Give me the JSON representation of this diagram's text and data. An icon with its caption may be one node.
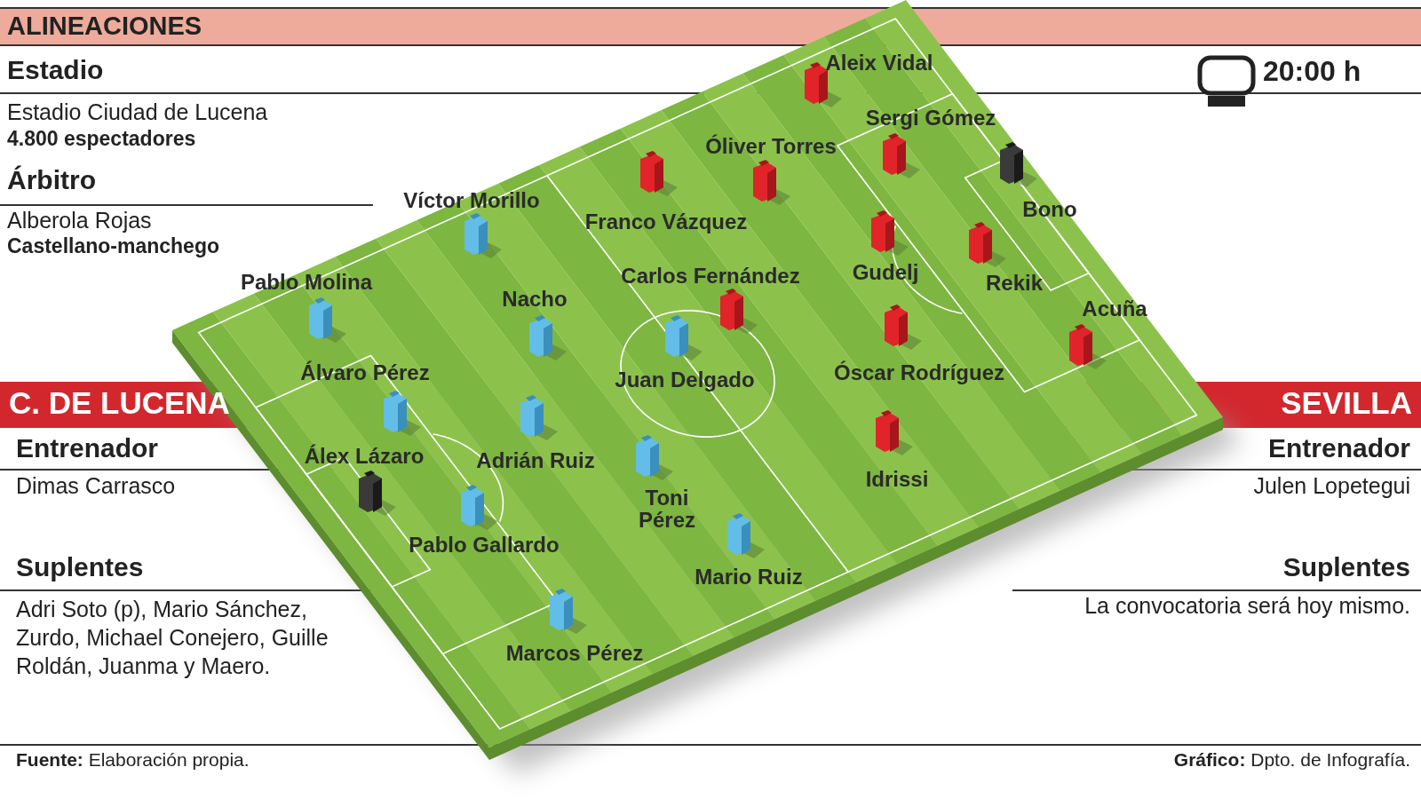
{
  "diagram": {
    "title": "ALINEACIONES",
    "labels": [
      "Estadio",
      "Estadio Ciudad de Lucena",
      "4.800 espectadores",
      "Árbitro",
      "Alberola Rojas",
      "Castellano-manchego",
      "20:00 h",
      "C. DE LUCENA",
      "SEVILLA",
      "Entrenador",
      "Dimas Carrasco",
      "Entrenador",
      "Julen Lopetegui",
      "Suplentes",
      "Adri Soto (p), Mario Sánchez, Zurdo, Michael Conejero, Guille Roldán, Juanma y Maero.",
      "Suplentes",
      "La convocatoria será hoy mismo.",
      "Aleix Vidal",
      "Sergi Gómez",
      "Óliver Torres",
      "Víctor Morillo",
      "Bono",
      "Franco Vázquez",
      "Pablo Molina",
      "Carlos Fernández",
      "Gudelj",
      "Rekik",
      "Nacho",
      "Acuña",
      "Álvaro Pérez",
      "Juan Delgado",
      "Óscar Rodríguez",
      "Álex Lázaro",
      "Adrián Ruiz",
      "Idrissi",
      "Toni Pérez",
      "Pablo Gallardo",
      "Mario Ruiz",
      "Marcos Pérez",
      "**Fuente:** Elaboración propia.",
      "**Gráfico:** Dpto. de Infografía."
    ]
  }
}
